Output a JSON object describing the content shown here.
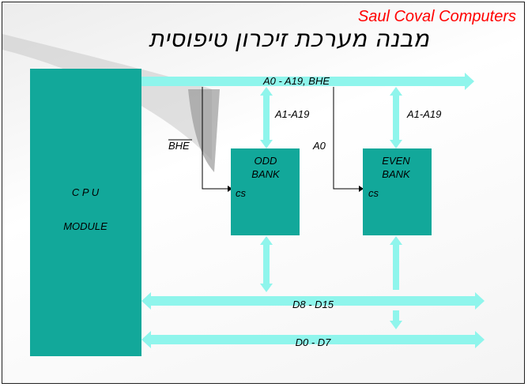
{
  "slide": {
    "brand": "Saul  Coval  Computers",
    "title": "מבנה מערכת זיכרון טיפוסית",
    "colors": {
      "block": "#12a89a",
      "bus": "#8ff5ec",
      "brand": "#ff0000"
    }
  },
  "diagram": {
    "cpu": {
      "line1": "C P U",
      "line2": "MODULE"
    },
    "odd_bank": {
      "line1": "ODD",
      "line2": "BANK",
      "cs": "cs"
    },
    "even_bank": {
      "line1": "EVEN",
      "line2": "BANK",
      "cs": "cs"
    },
    "address_bus": "A0 - A19, BHE",
    "odd_addr": "A1-A19",
    "even_addr": "A1-A19",
    "bhe_signal": "BHE",
    "a0_signal": "A0",
    "data_high": "D8 - D15",
    "data_low": "D0 - D7"
  }
}
